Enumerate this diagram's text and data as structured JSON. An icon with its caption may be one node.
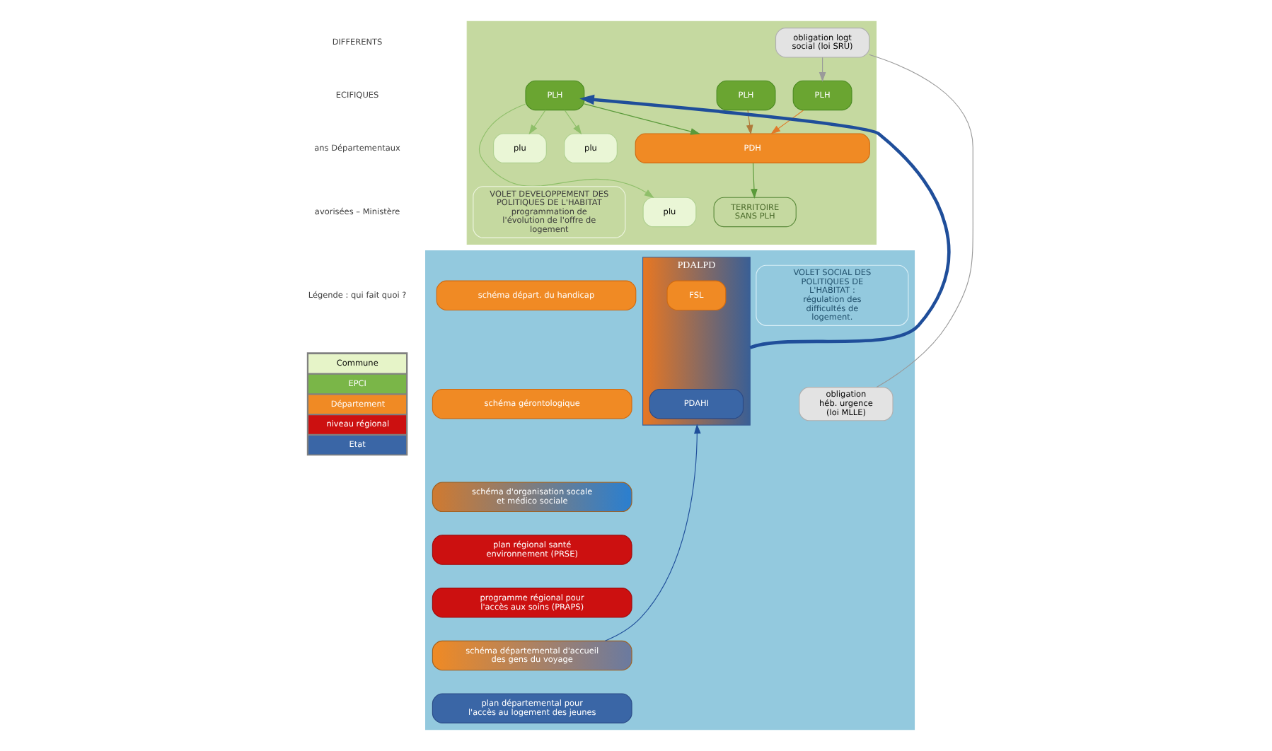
{
  "diagram": {
    "nodes": [
      {
        "text": [],
        "shape": "box"
      },
      {
        "text": [
          "obligation logt social (loi SRU)"
        ],
        "in": 0
      },
      {
        "text": [
          "TERRITOIRE SANS PLH"
        ],
        "in": 0
      },
      {
        "text": [
          "PLH"
        ],
        "in": 0
      },
      {
        "text": [
          "PLH"
        ],
        "in": 0
      },
      {
        "text": [
          "PLH"
        ],
        "in": 0
      },
      {
        "text": [
          "plu"
        ],
        "in": 0
      },
      {
        "text": [
          "plu"
        ],
        "in": 0
      },
      {
        "text": [
          "plu"
        ],
        "in": 0
      },
      {
        "text": [
          "PDH"
        ],
        "in": 0
      },
      {
        "text": [
          "VOLET DEVELOPPEMENT DES POLITIQUES DE L'HABITAT",
          "programmation de l'évolution de l'offre de logement"
        ],
        "in": 0
      },
      {
        "text": [],
        "shape": "box"
      },
      {
        "text": [
          "VOLET SOCIAL DES POLITIQUES DE L'HABITAT :",
          "régulation des difficultés de logement."
        ],
        "in": 11
      },
      {
        "text": [
          "PDALPD"
        ],
        "in": 11
      },
      {
        "text": [
          "FSL"
        ],
        "in": 13
      },
      {
        "text": [
          "PDAHI"
        ],
        "in": 13
      },
      {
        "text": [
          "obligation héb. urgence (loi MLLE)"
        ],
        "in": 11
      },
      {
        "text": [
          "schéma départ. du handicap"
        ],
        "in": 11
      },
      {
        "text": [
          "schéma gérontologique"
        ],
        "in": 11
      },
      {
        "text": [
          "schéma d'organisation socale et médico sociale"
        ],
        "in": 11
      },
      {
        "text": [
          "plan régional santé environnement (PRSE)"
        ],
        "in": 11
      },
      {
        "text": [
          "programme régional pour l'accès aux soins (PRAPS)"
        ],
        "in": 11
      },
      {
        "text": [
          "schéma départemental d'accueil des gens du voyage"
        ],
        "in": 11
      },
      {
        "text": [
          "plan départemental pour l'accès au logement des jeunes"
        ],
        "in": 11
      }
    ],
    "edges": [
      {
        "from": 1,
        "to": 16,
        "arrow": "none",
        "color": "#9a9a9a"
      },
      {
        "from": 1,
        "to": 3,
        "arrow": "to",
        "color": "#9a9a9a"
      },
      {
        "from": 3,
        "to": 9,
        "arrow": "to",
        "color": "#e07a2a"
      },
      {
        "from": 4,
        "to": 9,
        "arrow": "to",
        "color": "#b07a3a"
      },
      {
        "from": 5,
        "to": 9,
        "arrow": "to",
        "color": "#5a9a3a"
      },
      {
        "from": 9,
        "to": 2,
        "arrow": "to",
        "color": "#5a9a3a"
      },
      {
        "from": 5,
        "to": 6,
        "arrow": "to",
        "color": "#8fbf6a"
      },
      {
        "from": 5,
        "to": 7,
        "arrow": "to",
        "color": "#8fbf6a"
      },
      {
        "from": 5,
        "to": 8,
        "arrow": "to",
        "color": "#8fbf6a"
      },
      {
        "from": 13,
        "to": 5,
        "arrow": "to",
        "style": "thick",
        "color": "#1f4e9a"
      },
      {
        "from": 22,
        "to": 13,
        "arrow": "to",
        "color": "#1f4e9a"
      }
    ],
    "labels": [
      "DIFFERENTS",
      "ECIFIQUES",
      "ans Départementaux",
      "avorisées – Ministère",
      "Légende : qui fait quoi ?"
    ],
    "legend": [
      {
        "text": "Commune",
        "color": "#e6f4c8"
      },
      {
        "text": "EPCI",
        "color": "#7ab648"
      },
      {
        "text": "Département",
        "color": "#f08a24"
      },
      {
        "text": "niveau régional",
        "color": "#cc1010"
      },
      {
        "text": "Etat",
        "color": "#3a66a6"
      }
    ]
  }
}
